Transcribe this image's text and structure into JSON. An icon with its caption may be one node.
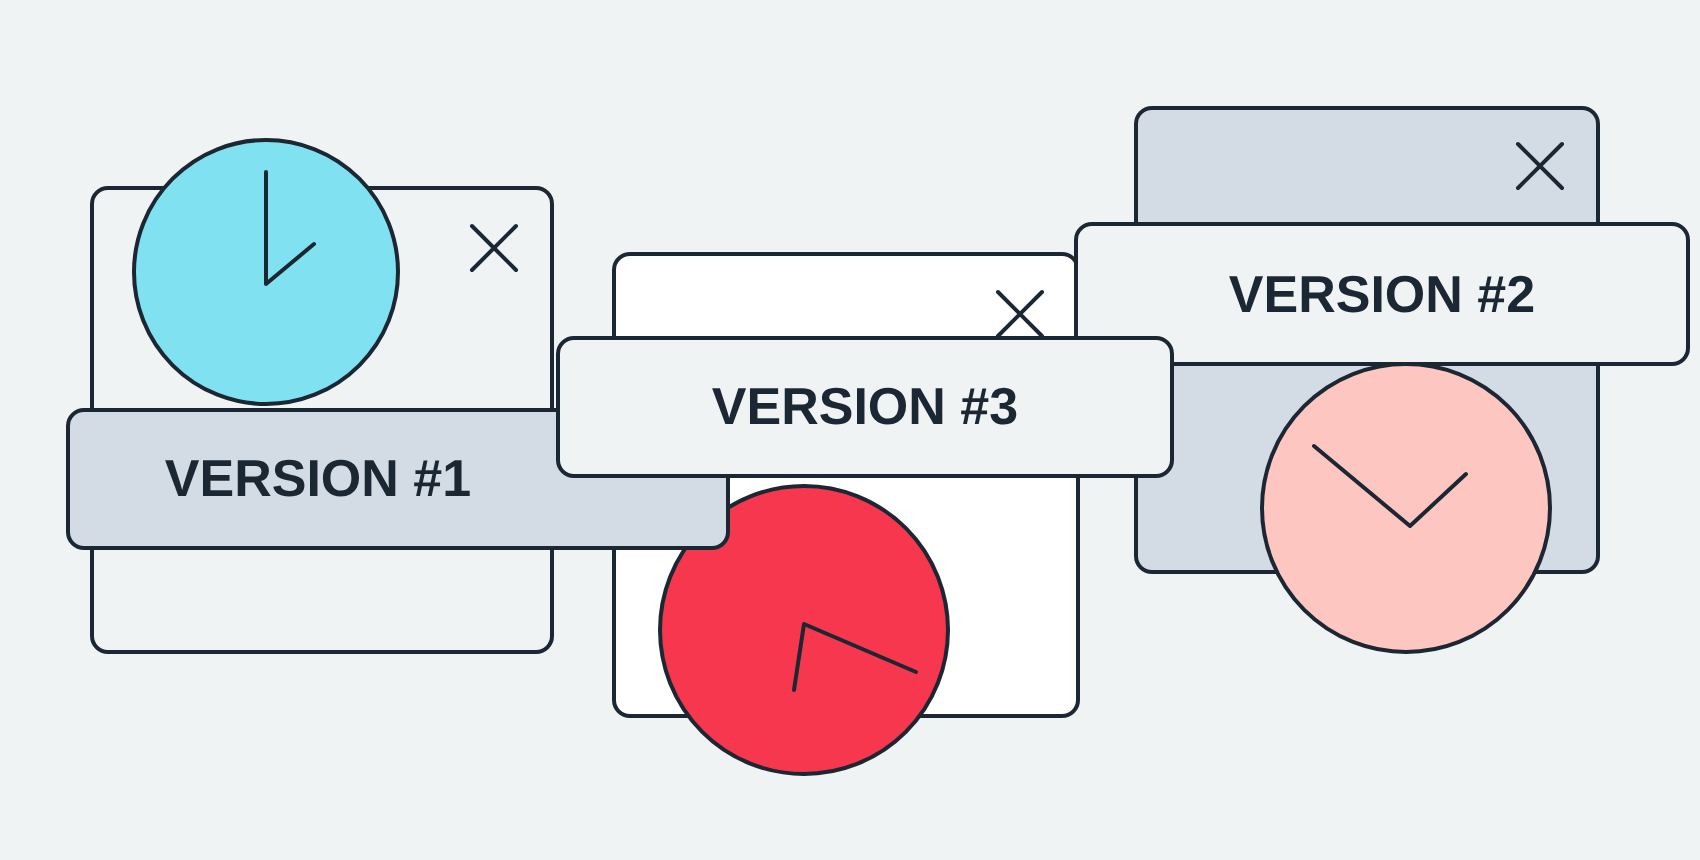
{
  "diagram": {
    "nodes": [
      {
        "text": [
          "VERSION #1"
        ]
      },
      {
        "text": [
          "VERSION #3"
        ]
      },
      {
        "text": [
          "VERSION #2"
        ]
      }
    ]
  }
}
